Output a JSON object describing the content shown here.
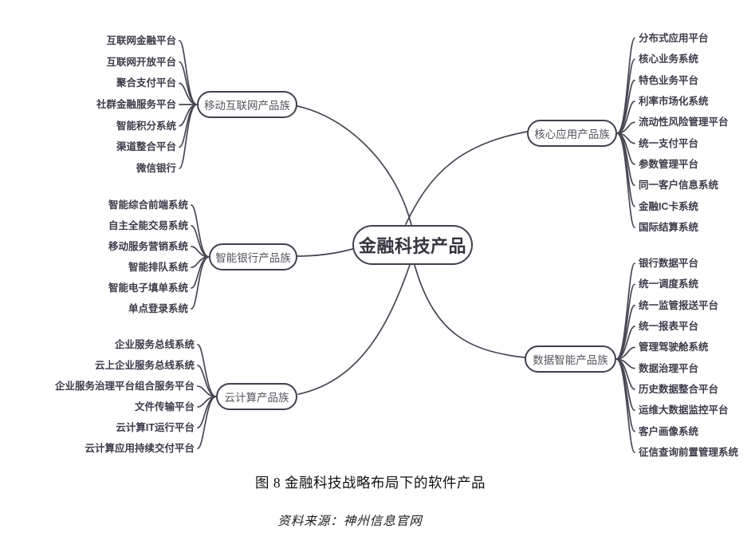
{
  "center": {
    "label": "金融科技产品"
  },
  "branches": [
    {
      "label": "移动互联网产品族",
      "items": [
        "互联网金融平台",
        "互联网开放平台",
        "聚合支付平台",
        "社群金融服务平台",
        "智能积分系统",
        "渠道整合平台",
        "微信银行"
      ]
    },
    {
      "label": "智能银行产品族",
      "items": [
        "智能综合前端系统",
        "自主全能交易系统",
        "移动服务营销系统",
        "智能排队系统",
        "智能电子填单系统",
        "单点登录系统"
      ]
    },
    {
      "label": "云计算产品族",
      "items": [
        "企业服务总线系统",
        "云上企业服务总线系统",
        "企业服务治理平台组合服务平台",
        "文件传输平台",
        "云计算IT运行平台",
        "云计算应用持续交付平台"
      ]
    },
    {
      "label": "核心应用产品族",
      "items": [
        "分布式应用平台",
        "核心业务系统",
        "特色业务平台",
        "利率市场化系统",
        "流动性风险管理平台",
        "统一支付平台",
        "参数管理平台",
        "同一客户信息系统",
        "金融IC卡系统",
        "国际结算系统"
      ]
    },
    {
      "label": "数据智能产品族",
      "items": [
        "银行数据平台",
        "统一调度系统",
        "统一监管报送平台",
        "统一报表平台",
        "管理驾驶舱系统",
        "数据治理平台",
        "历史数据整合平台",
        "运维大数据监控平台",
        "客户画像系统",
        "征信查询前置管理系统"
      ]
    }
  ],
  "caption": "图 8  金融科技战略布局下的软件产品",
  "source": "资料来源：神州信息官网",
  "colors": {
    "line": "#474754",
    "node_border": "#41414e",
    "leaf_text": "#3c3c4b",
    "branch_text": "#54545e",
    "center_text": "#35353f",
    "background": "#ffffff"
  }
}
